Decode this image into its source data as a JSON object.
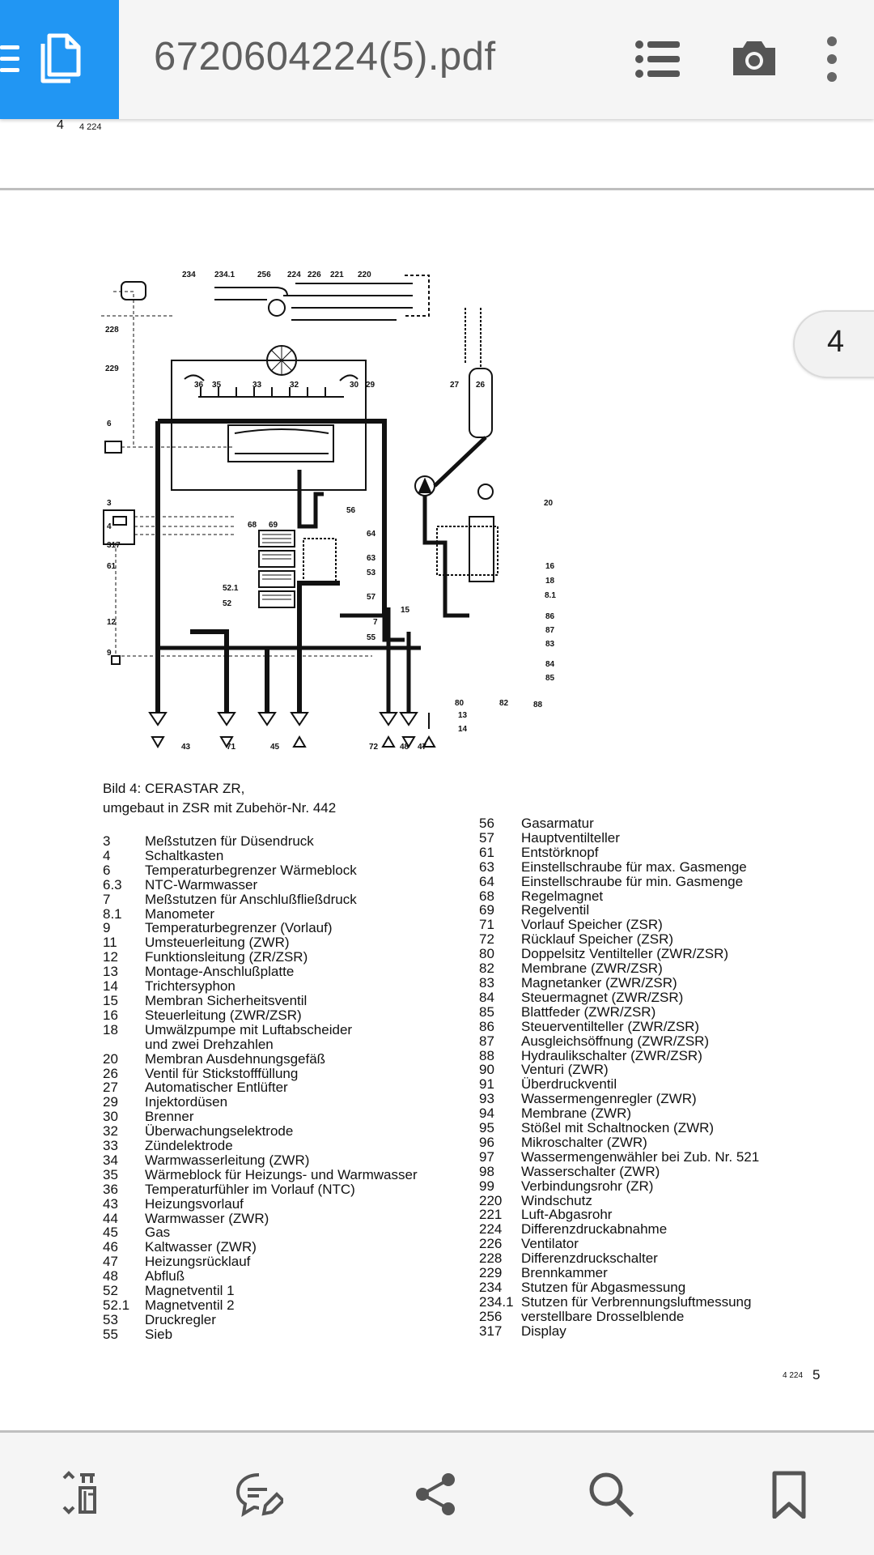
{
  "app_bar": {
    "title": "6720604224(5).pdf",
    "icons": [
      "menu-icon",
      "document-icon",
      "list-icon",
      "camera-icon",
      "more-vert-icon"
    ]
  },
  "page_top": {
    "page_number": "4",
    "code": "4 224"
  },
  "page_tab": {
    "label": "4"
  },
  "diagram_labels": {
    "l234": "234",
    "l2341": "234.1",
    "l256": "256",
    "l224": "224",
    "l226": "226",
    "l221": "221",
    "l220": "220",
    "l228": "228",
    "l229": "229",
    "l36": "36",
    "l35": "35",
    "l33": "33",
    "l32": "32",
    "l30": "30",
    "l29": "29",
    "l27": "27",
    "l26": "26",
    "l6": "6",
    "l3": "3",
    "l20": "20",
    "l4": "4",
    "l68": "68",
    "l69": "69",
    "l56": "56",
    "l64": "64",
    "l317": "317",
    "l63": "63",
    "l61": "61",
    "l53": "53",
    "l16": "16",
    "l18": "18",
    "l521": "52.1",
    "l81": "8.1",
    "l52": "52",
    "l57": "57",
    "l15": "15",
    "l86": "86",
    "l87": "87",
    "l12": "12",
    "l7": "7",
    "l55": "55",
    "l83": "83",
    "l9": "9",
    "l84": "84",
    "l85": "85",
    "l80": "80",
    "l82": "82",
    "l88": "88",
    "l13": "13",
    "l14": "14",
    "l43": "43",
    "l71": "71",
    "l45": "45",
    "l72": "72",
    "l48": "48",
    "l47": "47"
  },
  "caption": {
    "line1": "Bild 4: CERASTAR ZR,",
    "line2": "umgebaut in ZSR mit Zubehör-Nr. 442"
  },
  "legend_left": [
    {
      "num": "3",
      "text": "Meßstutzen für Düsendruck"
    },
    {
      "num": "4",
      "text": "Schaltkasten"
    },
    {
      "num": "6",
      "text": "Temperaturbegrenzer Wärmeblock"
    },
    {
      "num": "6.3",
      "text": "NTC-Warmwasser"
    },
    {
      "num": "7",
      "text": "Meßstutzen für Anschlußfließdruck"
    },
    {
      "num": "8.1",
      "text": "Manometer"
    },
    {
      "num": "9",
      "text": "Temperaturbegrenzer (Vorlauf)"
    },
    {
      "num": "11",
      "text": "Umsteuerleitung (ZWR)"
    },
    {
      "num": "12",
      "text": "Funktionsleitung (ZR/ZSR)"
    },
    {
      "num": "13",
      "text": "Montage-Anschlußplatte"
    },
    {
      "num": "14",
      "text": "Trichtersyphon"
    },
    {
      "num": "15",
      "text": "Membran Sicherheitsventil"
    },
    {
      "num": "16",
      "text": "Steuerleitung (ZWR/ZSR)"
    },
    {
      "num": "18",
      "text": "Umwälzpumpe mit Luftabscheider"
    },
    {
      "num": "",
      "text": "und zwei Drehzahlen"
    },
    {
      "num": "20",
      "text": "Membran Ausdehnungsgefäß"
    },
    {
      "num": "26",
      "text": "Ventil für Stickstofffüllung"
    },
    {
      "num": "27",
      "text": "Automatischer Entlüfter"
    },
    {
      "num": "29",
      "text": "Injektordüsen"
    },
    {
      "num": "30",
      "text": "Brenner"
    },
    {
      "num": "32",
      "text": "Überwachungselektrode"
    },
    {
      "num": "33",
      "text": "Zündelektrode"
    },
    {
      "num": "34",
      "text": "Warmwasserleitung (ZWR)"
    },
    {
      "num": "35",
      "text": "Wärmeblock für Heizungs- und Warmwasser"
    },
    {
      "num": "36",
      "text": "Temperaturfühler im Vorlauf (NTC)"
    },
    {
      "num": "43",
      "text": "Heizungsvorlauf"
    },
    {
      "num": "44",
      "text": "Warmwasser (ZWR)"
    },
    {
      "num": "45",
      "text": "Gas"
    },
    {
      "num": "46",
      "text": "Kaltwasser (ZWR)"
    },
    {
      "num": "47",
      "text": "Heizungsrücklauf"
    },
    {
      "num": "48",
      "text": "Abfluß"
    },
    {
      "num": "52",
      "text": "Magnetventil 1"
    },
    {
      "num": "52.1",
      "text": "Magnetventil 2"
    },
    {
      "num": "53",
      "text": "Druckregler"
    },
    {
      "num": "55",
      "text": "Sieb"
    }
  ],
  "legend_right": [
    {
      "num": "56",
      "text": "Gasarmatur"
    },
    {
      "num": "57",
      "text": "Hauptventilteller"
    },
    {
      "num": "61",
      "text": "Entstörknopf"
    },
    {
      "num": "63",
      "text": "Einstellschraube für max. Gasmenge"
    },
    {
      "num": "64",
      "text": "Einstellschraube für min. Gasmenge"
    },
    {
      "num": "68",
      "text": "Regelmagnet"
    },
    {
      "num": "69",
      "text": "Regelventil"
    },
    {
      "num": "71",
      "text": "Vorlauf Speicher (ZSR)"
    },
    {
      "num": "72",
      "text": "Rücklauf Speicher (ZSR)"
    },
    {
      "num": "80",
      "text": "Doppelsitz Ventilteller (ZWR/ZSR)"
    },
    {
      "num": "82",
      "text": "Membrane (ZWR/ZSR)"
    },
    {
      "num": "83",
      "text": "Magnetanker (ZWR/ZSR)"
    },
    {
      "num": "84",
      "text": "Steuermagnet (ZWR/ZSR)"
    },
    {
      "num": "85",
      "text": "Blattfeder (ZWR/ZSR)"
    },
    {
      "num": "86",
      "text": "Steuerventilteller (ZWR/ZSR)"
    },
    {
      "num": "87",
      "text": "Ausgleichsöffnung (ZWR/ZSR)"
    },
    {
      "num": "88",
      "text": "Hydraulikschalter (ZWR/ZSR)"
    },
    {
      "num": "90",
      "text": "Venturi (ZWR)"
    },
    {
      "num": "91",
      "text": "Überdruckventil"
    },
    {
      "num": "93",
      "text": "Wassermengenregler (ZWR)"
    },
    {
      "num": "94",
      "text": "Membrane (ZWR)"
    },
    {
      "num": "95",
      "text": "Stößel mit Schaltnocken (ZWR)"
    },
    {
      "num": "96",
      "text": "Mikroschalter (ZWR)"
    },
    {
      "num": "97",
      "text": "Wassermengenwähler bei Zub. Nr. 521"
    },
    {
      "num": "98",
      "text": "Wasserschalter (ZWR)"
    },
    {
      "num": "99",
      "text": "Verbindungsrohr (ZR)"
    },
    {
      "num": "220",
      "text": "Windschutz"
    },
    {
      "num": "221",
      "text": "Luft-Abgasrohr"
    },
    {
      "num": "224",
      "text": "Differenzdruckabnahme"
    },
    {
      "num": "226",
      "text": "Ventilator"
    },
    {
      "num": "228",
      "text": "Differenzdruckschalter"
    },
    {
      "num": "229",
      "text": "Brennkammer"
    },
    {
      "num": "234",
      "text": "Stutzen für Abgasmessung"
    },
    {
      "num": "234.1",
      "text": "Stutzen für Verbrennungsluftmessung"
    },
    {
      "num": "256",
      "text": "verstellbare Drosselblende"
    },
    {
      "num": "317",
      "text": "Display"
    }
  ],
  "page_footer": {
    "code": "4 224",
    "page_number": "5"
  },
  "bottom_bar": {
    "icons": [
      "page-thumbnails-icon",
      "comment-edit-icon",
      "share-icon",
      "search-icon",
      "bookmark-icon"
    ]
  }
}
